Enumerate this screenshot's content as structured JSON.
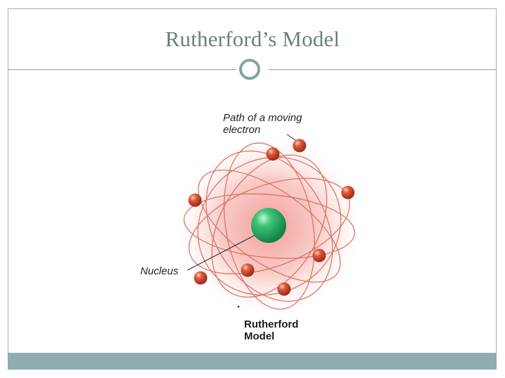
{
  "slide": {
    "title": "Rutherford’s Model"
  },
  "diagram": {
    "path_label_line1": "Path of a moving",
    "path_label_line2": "electron",
    "nucleus_label": "Nucleus",
    "caption_line1": "Rutherford",
    "caption_line2": "Model",
    "colors": {
      "cloud": "#f3a39b",
      "orbit": "#d9685c",
      "electron": "#c8472f",
      "nucleus": "#1fa55a",
      "accent": "#82a3a5",
      "footer": "#8fadb0"
    }
  }
}
